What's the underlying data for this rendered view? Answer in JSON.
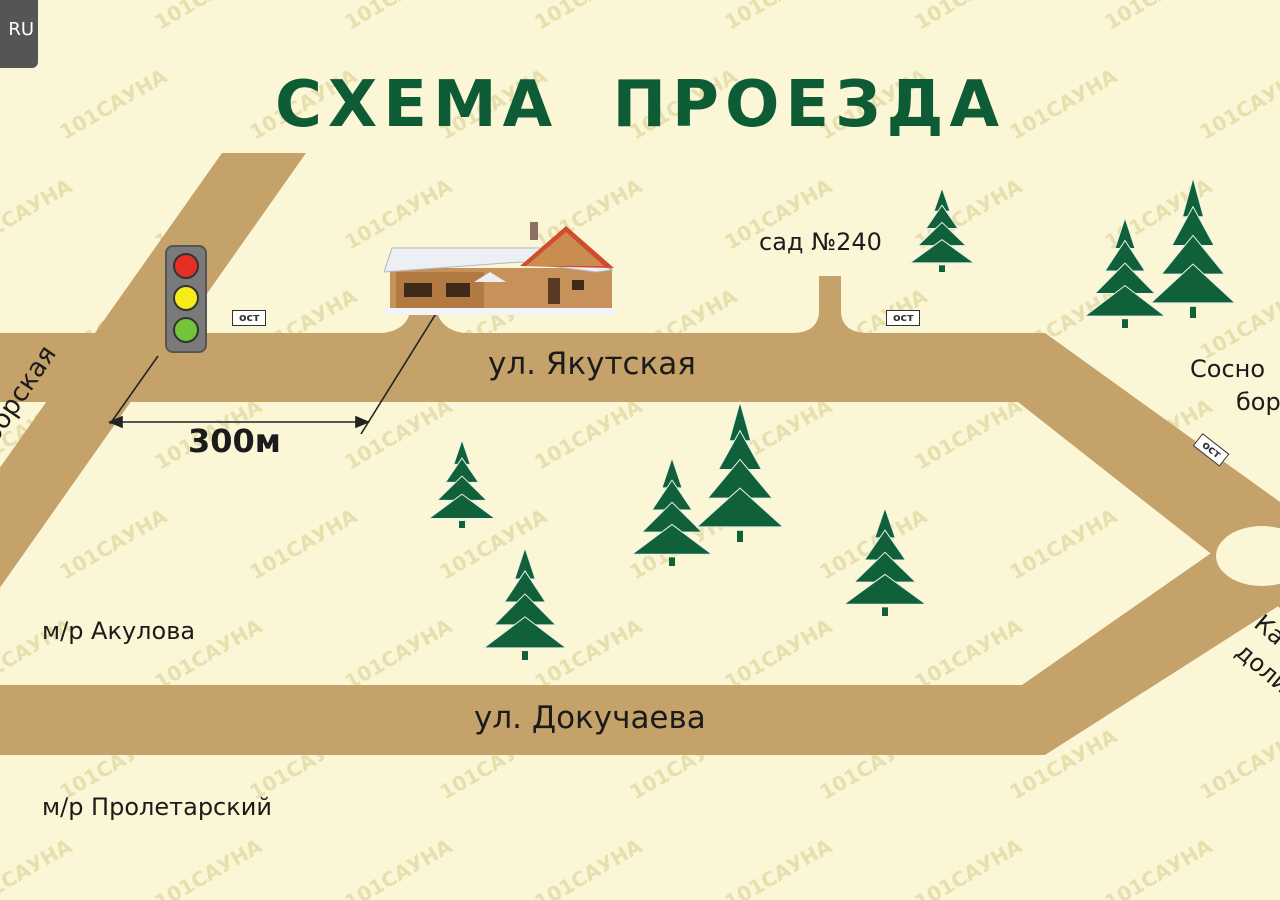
{
  "title": "СХЕМА ПРОЕЗДА",
  "brand_badge": "RU",
  "watermark": "101САУНА",
  "roads": {
    "yakutskaya": "ул. Якутская",
    "dokuchaeva": "ул. Докучаева",
    "krasnoborskaya": "Красноборская"
  },
  "places": {
    "sad": "сад №240",
    "akulova": "м/р Акулова",
    "proletarsky": "м/р Пролетарский",
    "sosnovy_line1": "Сосно",
    "sosnovy_line2": "бор",
    "kar_line1": "Ка",
    "kar_line2": "доли"
  },
  "bus_stops": [
    "ост",
    "ост",
    "ост"
  ],
  "distance": "300м",
  "colors": {
    "background": "#fbf6d6",
    "road": "#c4a26a",
    "title": "#0d5c35",
    "tree": "#10603a"
  },
  "icons": [
    "traffic-light-icon",
    "house-icon",
    "fir-tree-icon"
  ]
}
